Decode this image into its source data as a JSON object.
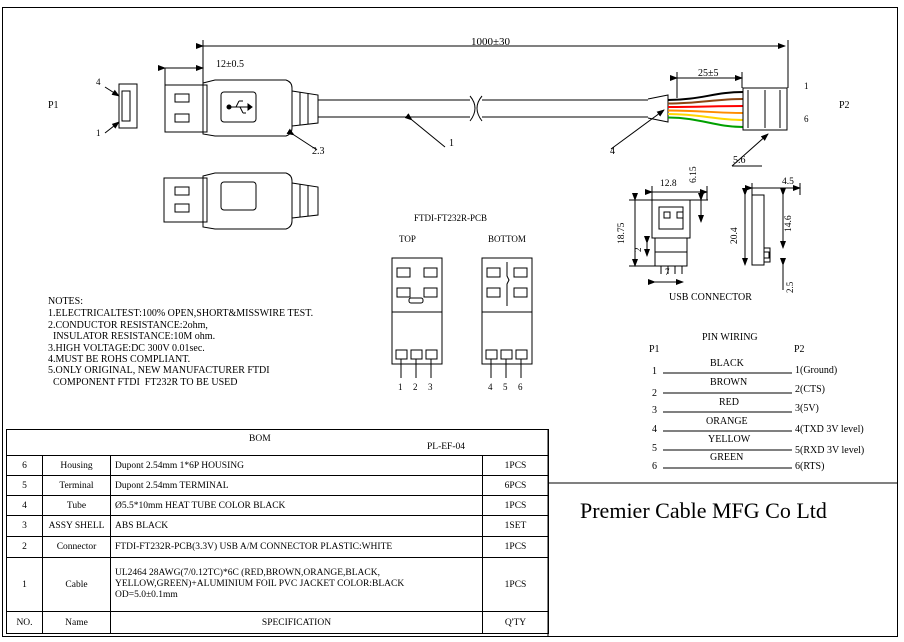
{
  "dimensions": {
    "overall_length": "1000±30",
    "plug_length": "12±0.5",
    "connector_end": "25±5",
    "usb_width": "12.8",
    "usb_side": "6.15",
    "usb_height": "18.75",
    "usb_small": "2",
    "usb_pitch": "7",
    "usb_side_width": "4.5",
    "usb_total_height": "20.4",
    "usb_side_height": "14.6",
    "usb_bottom": "2.5"
  },
  "labels": {
    "p1": "P1",
    "p2": "P2",
    "pin_4": "4",
    "pin_1": "1",
    "p2_pin_1": "1",
    "p2_pin_6": "6",
    "callout_23": "2.3",
    "callout_1": "1",
    "callout_4": "4",
    "callout_56": "5.6",
    "pcb_title": "FTDI-FT232R-PCB",
    "top": "TOP",
    "bottom": "BOTTOM",
    "top_pins": [
      "1",
      "2",
      "3"
    ],
    "bottom_pins": [
      "4",
      "5",
      "6"
    ],
    "usb_connector": "USB CONNECTOR"
  },
  "notes": {
    "title": "NOTES:",
    "lines": [
      "1.ELECTRICALTEST:100% OPEN,SHORT&MISSWIRE TEST.",
      "2.CONDUCTOR RESISTANCE:2ohm,",
      "  INSULATOR RESISTANCE:10M ohm.",
      "3.HIGH VOLTAGE:DC 300V 0.01sec.",
      "4.MUST BE ROHS COMPLIANT.",
      "5.ONLY ORIGINAL, NEW MANUFACTURER FTDI",
      "  COMPONENT FTDI  FT232R TO BE USED"
    ]
  },
  "pin_wiring": {
    "title": "PIN WIRING",
    "p1": "P1",
    "p2": "P2",
    "rows": [
      {
        "p1": "1",
        "color": "BLACK",
        "p2": "1(Ground)"
      },
      {
        "p1": "2",
        "color": "BROWN",
        "p2": "2(CTS)"
      },
      {
        "p1": "3",
        "color": "RED",
        "p2": "3(5V)"
      },
      {
        "p1": "4",
        "color": "ORANGE",
        "p2": "4(TXD 3V level)"
      },
      {
        "p1": "5",
        "color": "YELLOW",
        "p2": "5(RXD 3V level)"
      },
      {
        "p1": "6",
        "color": "GREEN",
        "p2": "6(RTS)"
      }
    ]
  },
  "wire_colors": [
    "#000000",
    "#8b4513",
    "#ff0000",
    "#ff8c00",
    "#ffd700",
    "#00a000"
  ],
  "bom": {
    "title": "BOM",
    "part_no": "PL-EF-04",
    "rows": [
      {
        "no": "6",
        "name": "Housing",
        "spec": "Dupont 2.54mm 1*6P HOUSING",
        "qty": "1PCS"
      },
      {
        "no": "5",
        "name": "Terminal",
        "spec": "Dupont 2.54mm TERMINAL",
        "qty": "6PCS"
      },
      {
        "no": "4",
        "name": "Tube",
        "spec": "Ø5.5*10mm HEAT TUBE COLOR BLACK",
        "qty": "1PCS"
      },
      {
        "no": "3",
        "name": "ASSY SHELL",
        "spec": "ABS BLACK",
        "qty": "1SET"
      },
      {
        "no": "2",
        "name": "Connector",
        "spec": "FTDI-FT232R-PCB(3.3V) USB A/M CONNECTOR PLASTIC:WHITE",
        "qty": "1PCS"
      },
      {
        "no": "1",
        "name": "Cable",
        "spec_lines": [
          "UL2464 28AWG(7/0.12TC)*6C (RED,BROWN,ORANGE,BLACK,",
          "YELLOW,GREEN)+ALUMINIUM FOIL PVC JACKET COLOR:BLACK",
          "OD=5.0±0.1mm"
        ],
        "qty": "1PCS"
      }
    ],
    "header": {
      "no": "NO.",
      "name": "Name",
      "spec": "SPECIFICATION",
      "qty": "Q'TY"
    }
  },
  "company": "Premier Cable MFG Co Ltd"
}
